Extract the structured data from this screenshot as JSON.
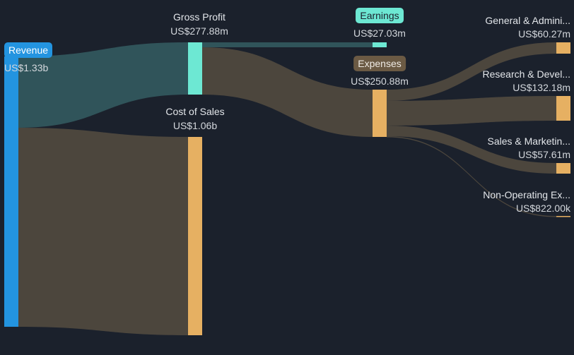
{
  "colors": {
    "background": "#1b212c",
    "revenue": "#2394e0",
    "profit": "#6de8d3",
    "expense": "#e6b062",
    "profit_link": "#30545a",
    "expense_link": "#4c463d",
    "expense_pill": "#6b5a44"
  },
  "nodes": {
    "revenue": {
      "label": "Revenue",
      "value": "US$1.33b"
    },
    "gross_profit": {
      "label": "Gross Profit",
      "value": "US$277.88m"
    },
    "cost_of_sales": {
      "label": "Cost of Sales",
      "value": "US$1.06b"
    },
    "earnings": {
      "label": "Earnings",
      "value": "US$27.03m"
    },
    "expenses": {
      "label": "Expenses",
      "value": "US$250.88m"
    },
    "general_admin": {
      "label": "General & Admini...",
      "value": "US$60.27m"
    },
    "research_dev": {
      "label": "Research & Devel...",
      "value": "US$132.18m"
    },
    "sales_marketing": {
      "label": "Sales & Marketin...",
      "value": "US$57.61m"
    },
    "non_operating": {
      "label": "Non-Operating Ex...",
      "value": "US$822.00k"
    }
  }
}
